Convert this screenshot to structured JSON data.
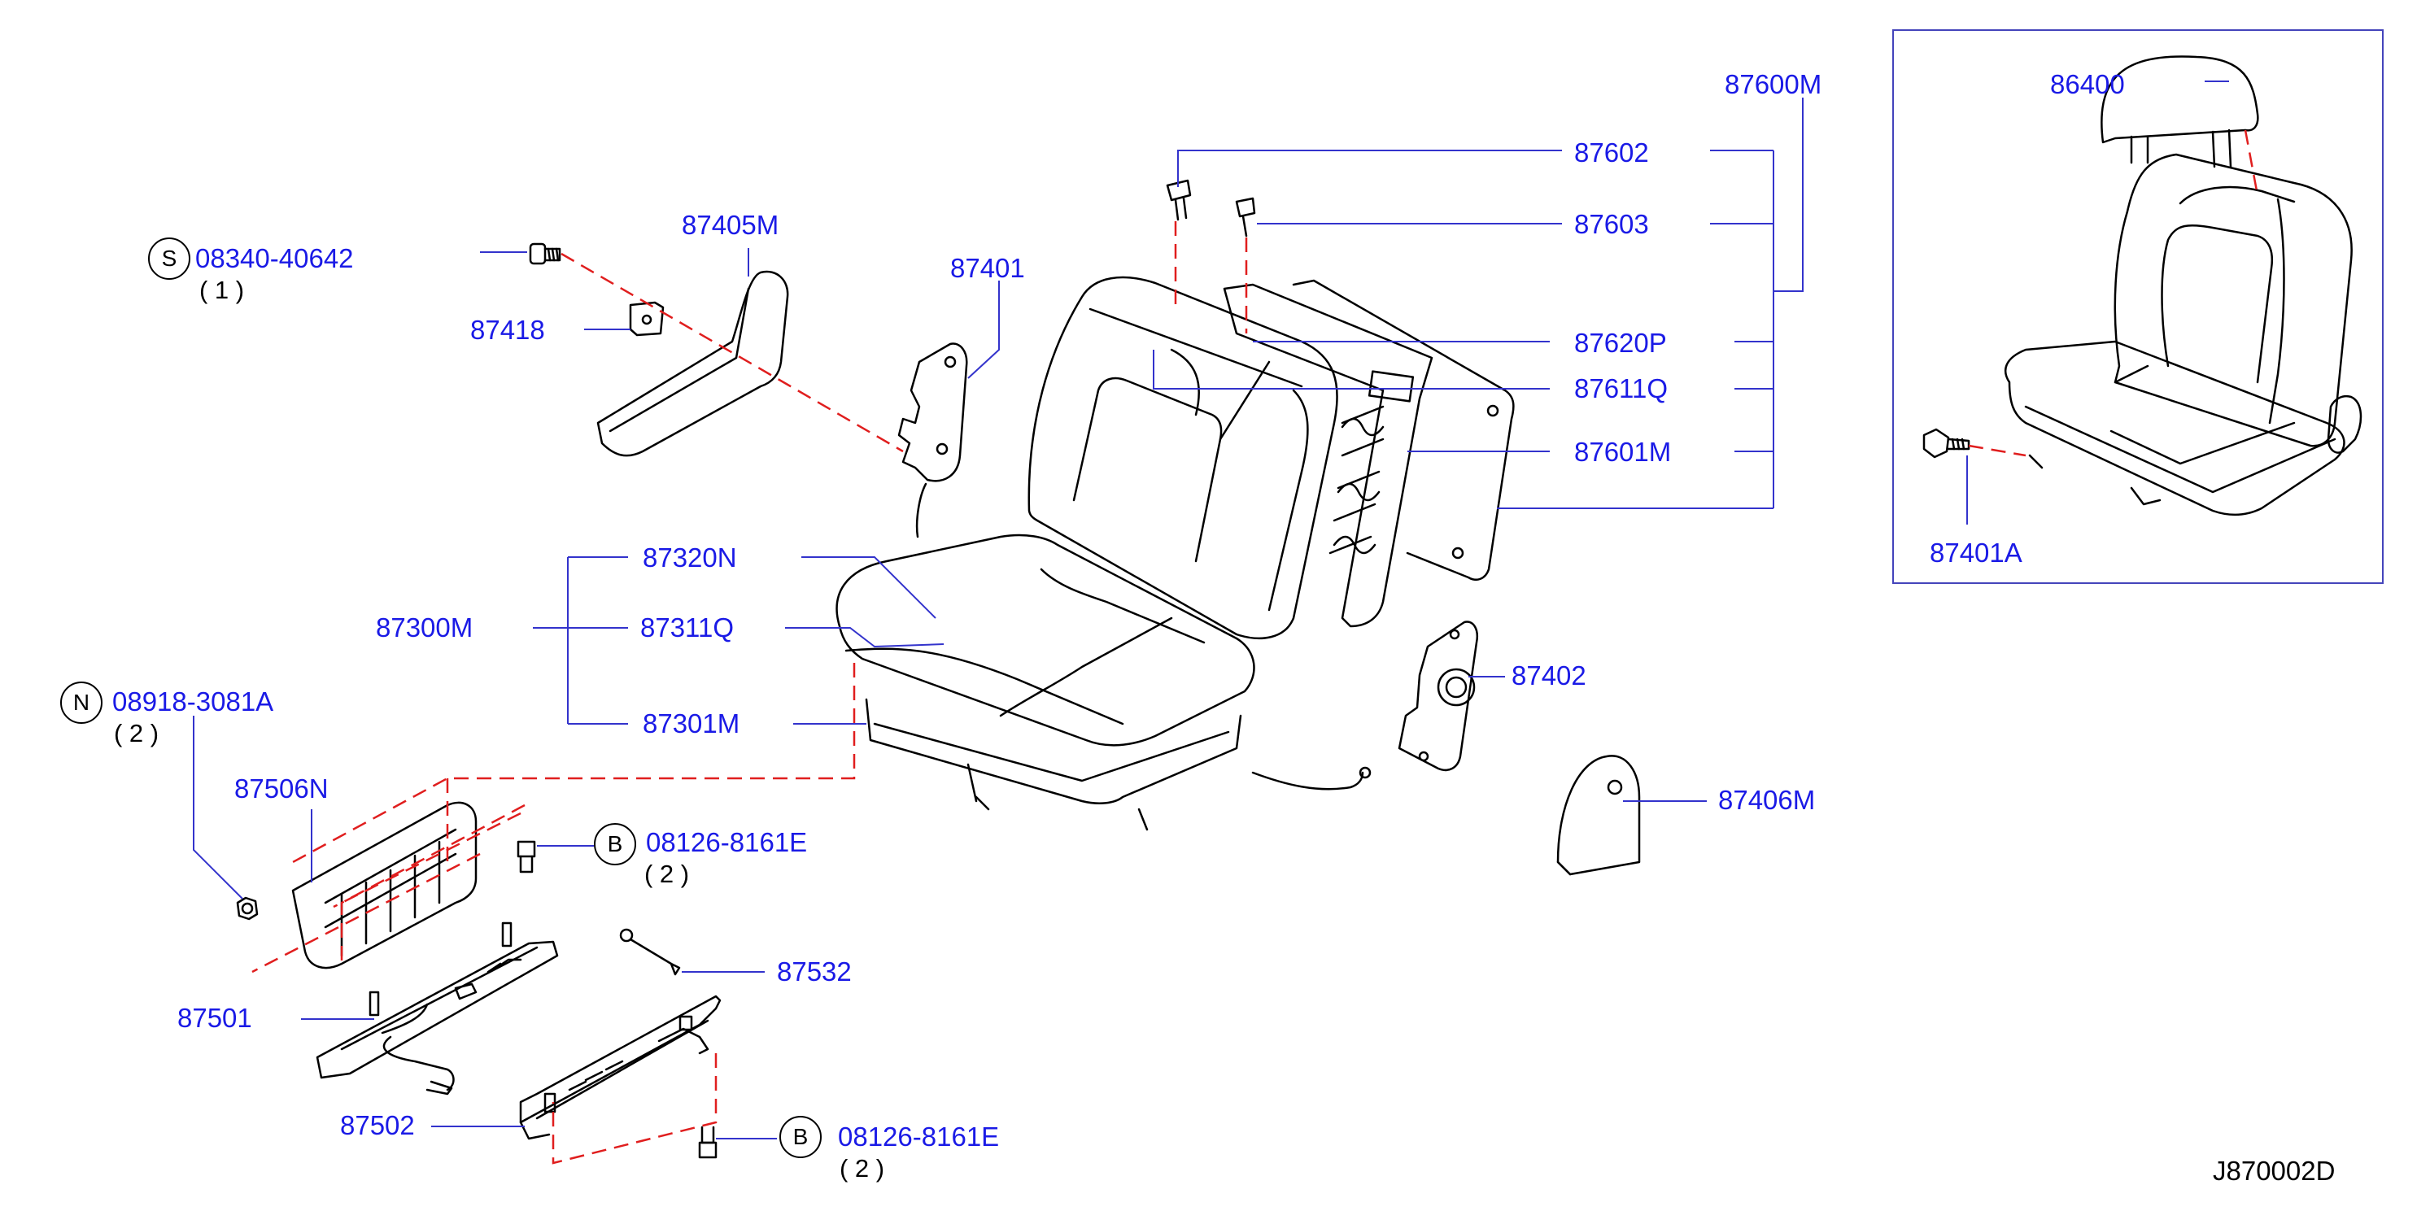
{
  "diagram_code": "J870002D",
  "labels": {
    "p86400": "86400",
    "p87401A": "87401A",
    "p87600M": "87600M",
    "p87602": "87602",
    "p87603": "87603",
    "p87620P": "87620P",
    "p87611Q": "87611Q",
    "p87601M": "87601M",
    "p87405M": "87405M",
    "p87401": "87401",
    "p87418": "87418",
    "p87320N": "87320N",
    "p87311Q": "87311Q",
    "p87300M": "87300M",
    "p87301M": "87301M",
    "p87402": "87402",
    "p87406M": "87406M",
    "p87506N": "87506N",
    "p87532": "87532",
    "p87501": "87501",
    "p87502": "87502"
  },
  "callouts": [
    {
      "symbol": "S",
      "part": "08340-40642",
      "qty": "( 1 )"
    },
    {
      "symbol": "N",
      "part": "08918-3081A",
      "qty": "( 2 )"
    },
    {
      "symbol": "B",
      "part": "08126-8161E",
      "qty": "( 2 )"
    },
    {
      "symbol": "B",
      "part": "08126-8161E",
      "qty": "( 2 )"
    }
  ],
  "colors": {
    "label": "#1a1ae6",
    "leader": "#1a1ae6",
    "phantom": "#e01e1e",
    "outline": "#000000",
    "inset_border": "#4444bb"
  }
}
